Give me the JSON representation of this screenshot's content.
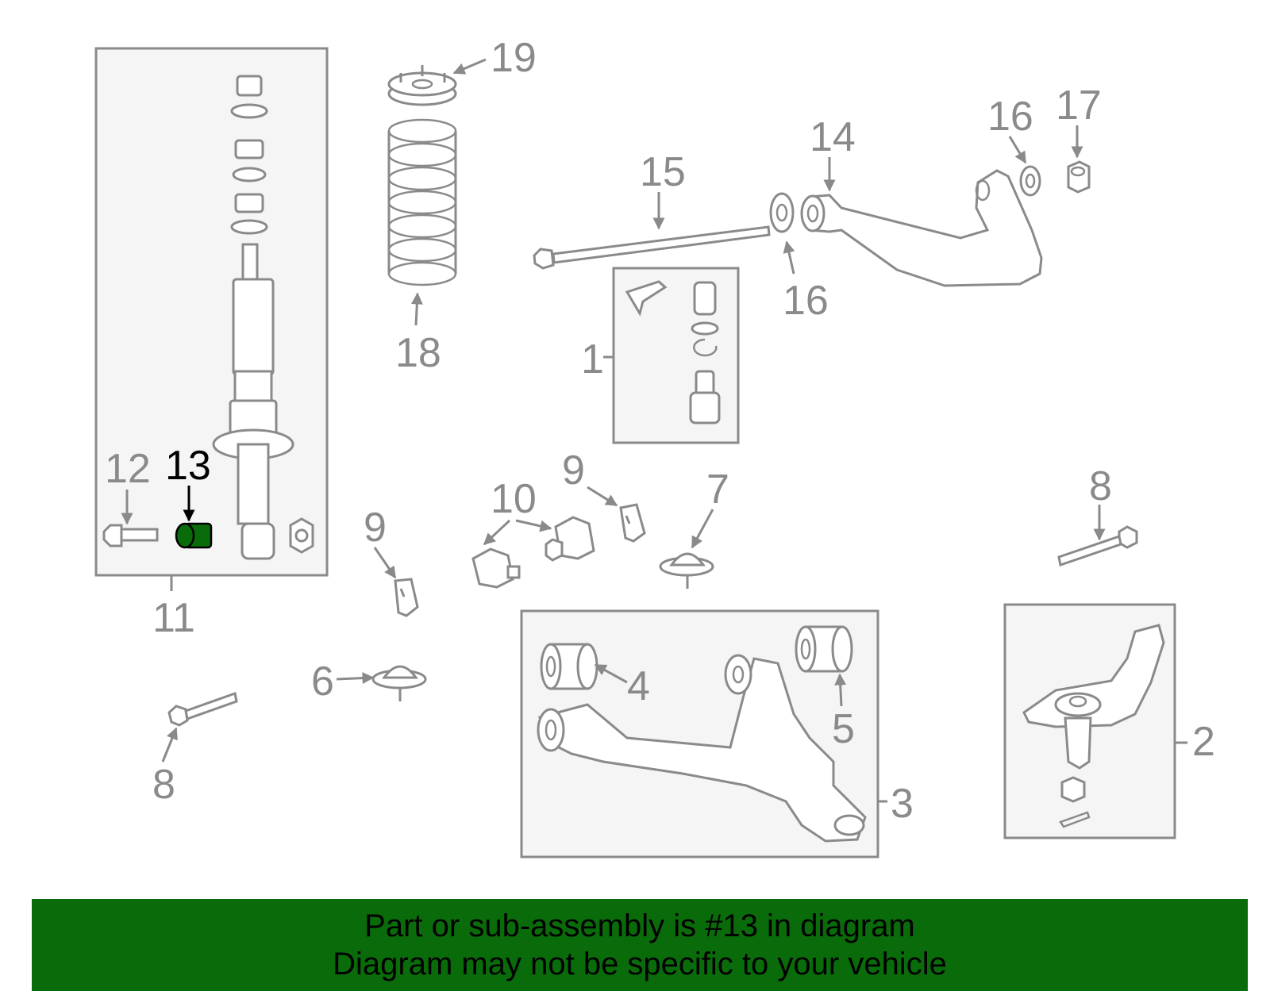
{
  "labels": {
    "l1": "1",
    "l2": "2",
    "l3": "3",
    "l4": "4",
    "l5": "5",
    "l6": "6",
    "l7": "7",
    "l8a": "8",
    "l8b": "8",
    "l9a": "9",
    "l9b": "9",
    "l10": "10",
    "l11": "11",
    "l12": "12",
    "l13": "13",
    "l14": "14",
    "l15": "15",
    "l16a": "16",
    "l16b": "16",
    "l17": "17",
    "l18": "18",
    "l19": "19"
  },
  "highlight": {
    "part_number": "13",
    "color": "#0a6b0a"
  },
  "banner": {
    "color": "#0a6b0a",
    "line1": "Part or sub-assembly is #13 in diagram",
    "line2": "Diagram may not be specific to your vehicle"
  }
}
